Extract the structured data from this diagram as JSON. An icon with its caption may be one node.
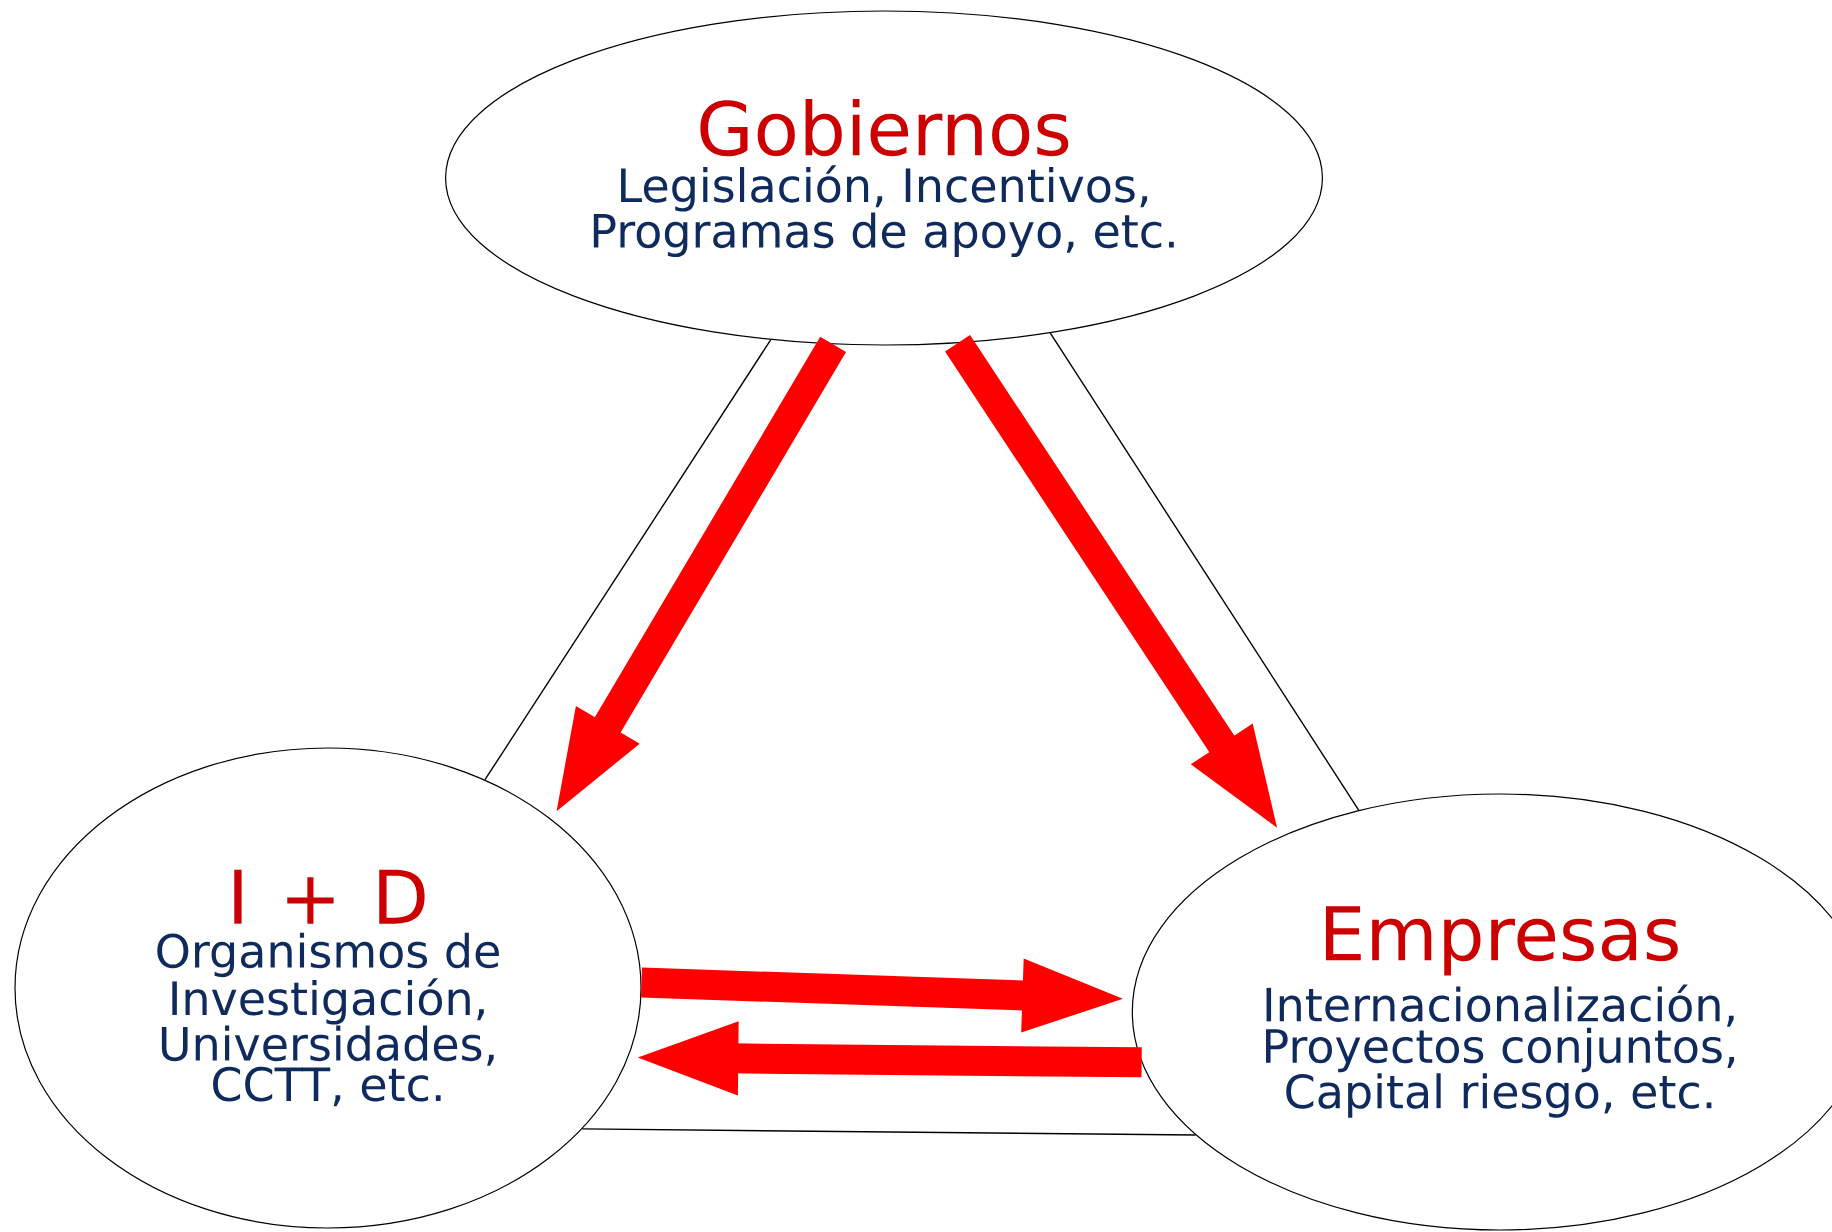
{
  "diagram": {
    "nodes": [
      {
        "text": [
          "Gobiernos",
          "Legislación, Incentivos, Programas de apoyo, etc."
        ]
      },
      {
        "text": [
          "I + D",
          "Organismos de Investigación, Universidades, CCTT, etc."
        ]
      },
      {
        "text": [
          "Empresas",
          "Internacionalización, Proyectos conjuntos, Capital riesgo, etc."
        ]
      }
    ],
    "edges": [
      {
        "from": 0,
        "to": 1,
        "arrow": "none",
        "color": "#000000"
      },
      {
        "from": 0,
        "to": 2,
        "arrow": "none",
        "color": "#000000"
      },
      {
        "from": 1,
        "to": 2,
        "arrow": "none",
        "color": "#000000"
      },
      {
        "from": 0,
        "to": 1,
        "arrow": "to"
      },
      {
        "from": 0,
        "to": 2,
        "arrow": "to"
      },
      {
        "from": 1,
        "to": 2,
        "arrow": "to"
      },
      {
        "from": 2,
        "to": 1,
        "arrow": "to"
      }
    ]
  }
}
